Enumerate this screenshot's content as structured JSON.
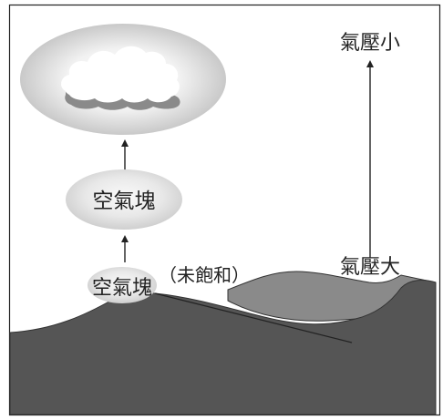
{
  "labels": {
    "pressure_low": "氣壓小",
    "pressure_high": "氣壓大",
    "air_parcel_upper": "空氣塊",
    "air_parcel_lower": "空氣塊",
    "unsaturated": "（未飽和）"
  },
  "colors": {
    "ground_front": "#555555",
    "hill_back": "#8a8a8a",
    "frame": "#222222",
    "arrow": "#222222",
    "cloud_white": "#ffffff",
    "cloud_shadow": "#8a8a8a"
  }
}
